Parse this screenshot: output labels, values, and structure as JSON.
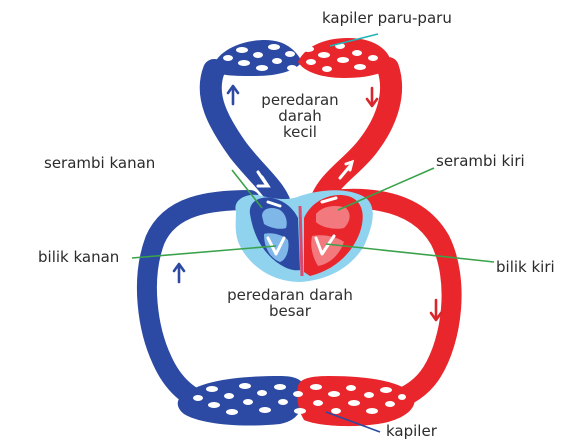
{
  "labels": {
    "kapiler_paru": "kapiler paru-paru",
    "peredaran_kecil": [
      "peredaran",
      "darah",
      "kecil"
    ],
    "serambi_kanan": "serambi kanan",
    "serambi_kiri": "serambi kiri",
    "bilik_kanan": "bilik kanan",
    "bilik_kiri": "bilik kiri",
    "peredaran_besar": [
      "peredaran darah",
      "besar"
    ],
    "kapiler": "kapiler"
  },
  "colors": {
    "deoxygenated": "#2c4aa3",
    "oxygenated": "#e8262c",
    "pericardium": "#8fd3ef",
    "leader_line": "#3aa24a",
    "text": "#2b2b2b"
  }
}
